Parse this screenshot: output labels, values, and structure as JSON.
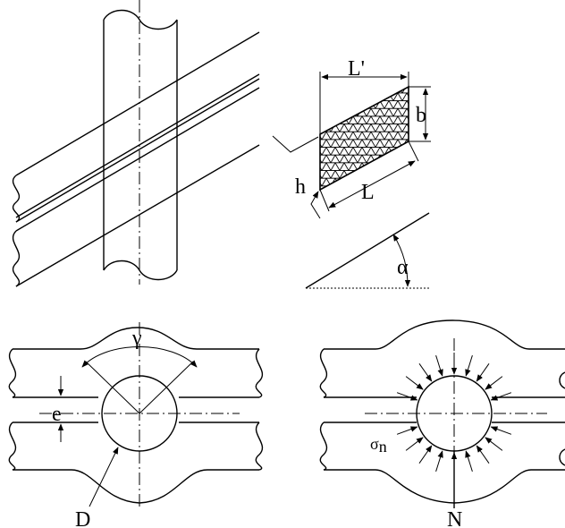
{
  "labels": {
    "L_prime": "L'",
    "b": "b",
    "h": "h",
    "L": "L",
    "alpha": "α",
    "gamma": "γ",
    "e": "e",
    "D": "D",
    "sigma": "σ",
    "sigma_sub": "n",
    "N": "N"
  },
  "colors": {
    "stroke": "#000000",
    "background": "#ffffff"
  }
}
